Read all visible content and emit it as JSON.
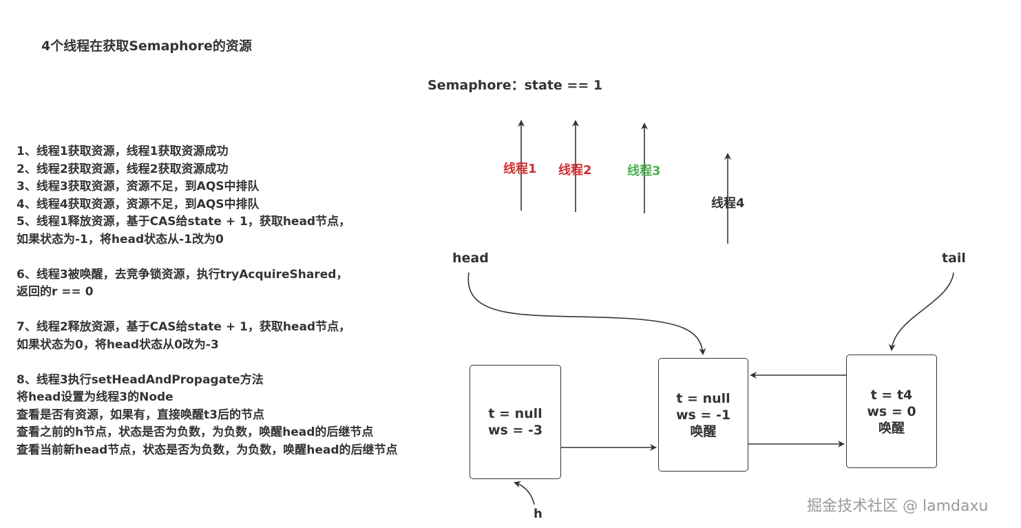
{
  "title": "4个线程在获取Semaphore的资源",
  "semaphore_label": "Semaphore：state == 1",
  "steps": [
    "1、线程1获取资源，线程1获取资源成功",
    "2、线程2获取资源，线程2获取资源成功",
    "3、线程3获取资源，资源不足，到AQS中排队",
    "4、线程4获取资源，资源不足，到AQS中排队",
    "5、线程1释放资源，基于CAS给state + 1，获取head节点，",
    "如果状态为-1，将head状态从-1改为0",
    "",
    "6、线程3被唤醒，去竞争锁资源，执行tryAcquireShared，",
    "返回的r == 0",
    "",
    "7、线程2释放资源，基于CAS给state + 1，获取head节点，",
    "如果状态为0，将head状态从0改为-3",
    "",
    "8、线程3执行setHeadAndPropagate方法",
    "将head设置为线程3的Node",
    "查看是否有资源，如果有，直接唤醒t3后的节点",
    "查看之前的h节点，状态是否为负数，为负数，唤醒head的后继节点",
    "查看当前新head节点，状态是否为负数，为负数，唤醒head的后继节点"
  ],
  "threads": [
    {
      "label": "线程1",
      "color": "#d32f2f"
    },
    {
      "label": "线程2",
      "color": "#d32f2f"
    },
    {
      "label": "线程3",
      "color": "#4caf50"
    },
    {
      "label": "线程4",
      "color": "#333333"
    }
  ],
  "pointers": {
    "head": "head",
    "tail": "tail",
    "h": "h"
  },
  "nodes": [
    {
      "t": "t = null",
      "ws": "ws = -3",
      "note": ""
    },
    {
      "t": "t = null",
      "ws": "ws = -1",
      "note": "唤醒"
    },
    {
      "t": "t = t4",
      "ws": "ws = 0",
      "note": "唤醒"
    }
  ],
  "watermark": "掘金技术社区 @ lamdaxu"
}
